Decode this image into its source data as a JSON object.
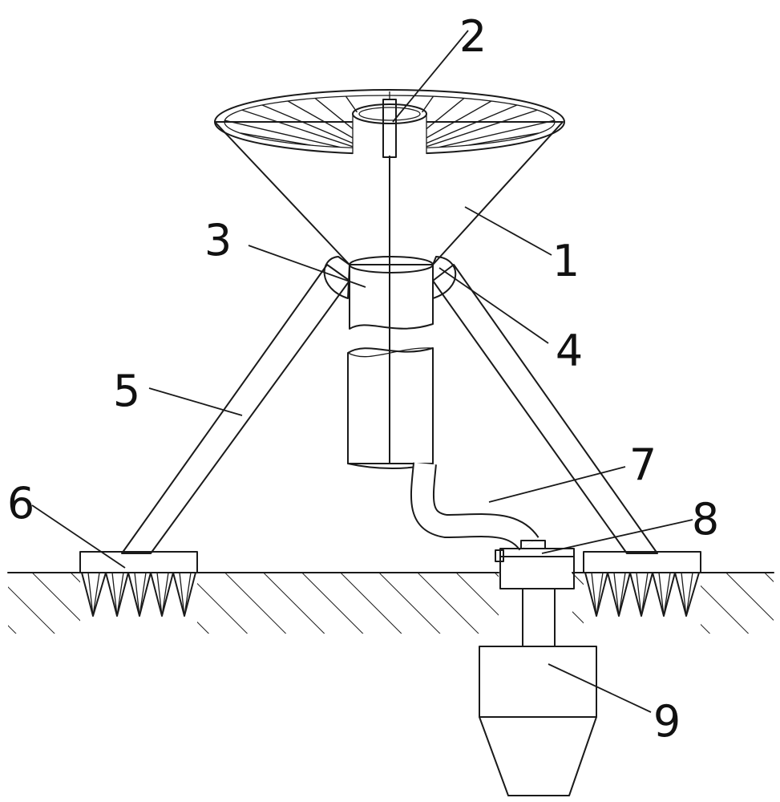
{
  "labels": {
    "funnel": "1",
    "center_rod": "2",
    "collar_pipe": "3",
    "joint": "4",
    "leg": "5",
    "spiked_base": "6",
    "hose": "7",
    "connector": "8",
    "probe": "9"
  }
}
